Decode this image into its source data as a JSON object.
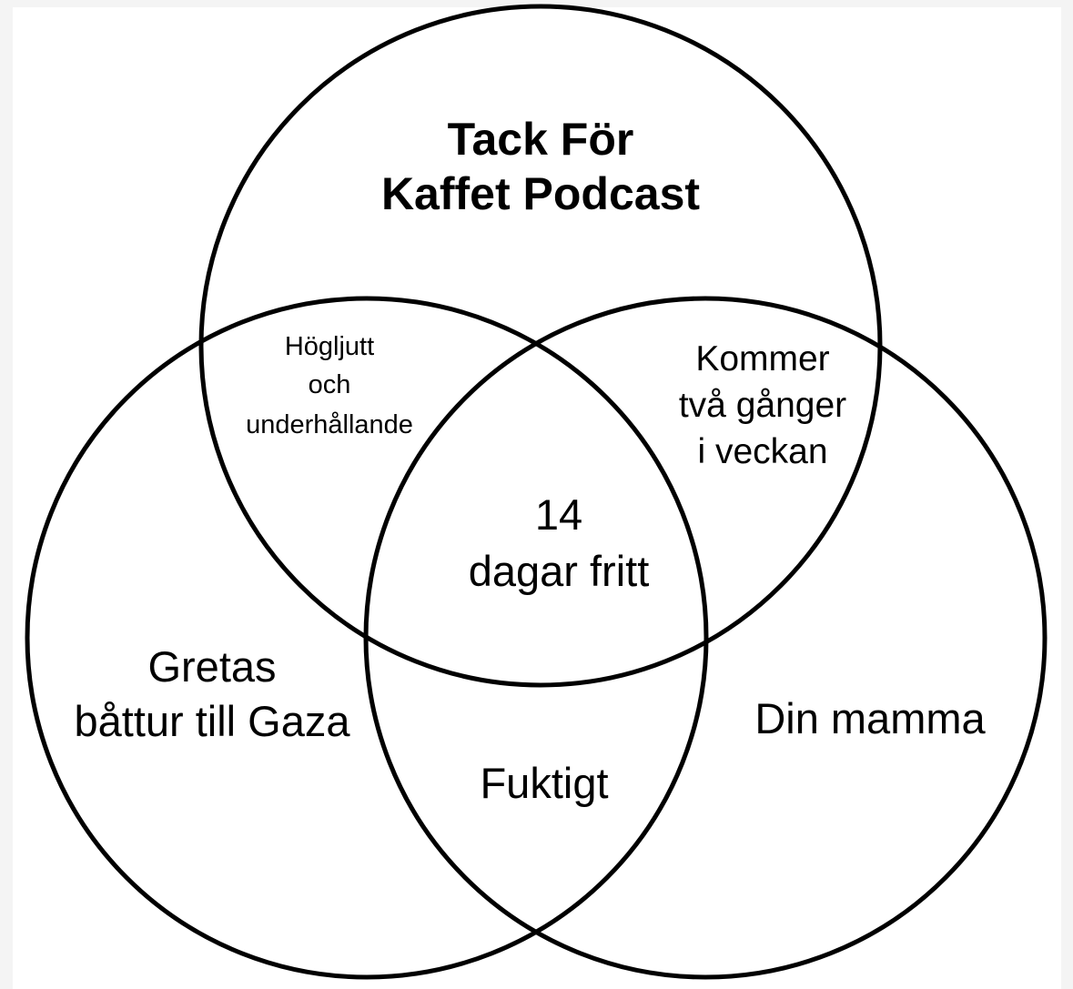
{
  "diagram": {
    "type": "venn",
    "sets": {
      "top": {
        "lines": [
          "Tack För",
          "Kaffet Podcast"
        ]
      },
      "left": {
        "lines": [
          "Gretas",
          "båttur till Gaza"
        ]
      },
      "right": {
        "lines": [
          "Din mamma"
        ]
      }
    },
    "intersections": {
      "top_left": {
        "lines": [
          "Högljutt",
          "och",
          "underhållande"
        ]
      },
      "top_right": {
        "lines": [
          "Kommer",
          "två gånger",
          "i veckan"
        ]
      },
      "left_right": {
        "lines": [
          "Fuktigt"
        ]
      },
      "center": {
        "lines": [
          "14",
          "dagar fritt"
        ]
      }
    },
    "colors": {
      "stroke": "#000000",
      "background": "#ffffff",
      "frame": "#f4f4f4"
    }
  }
}
